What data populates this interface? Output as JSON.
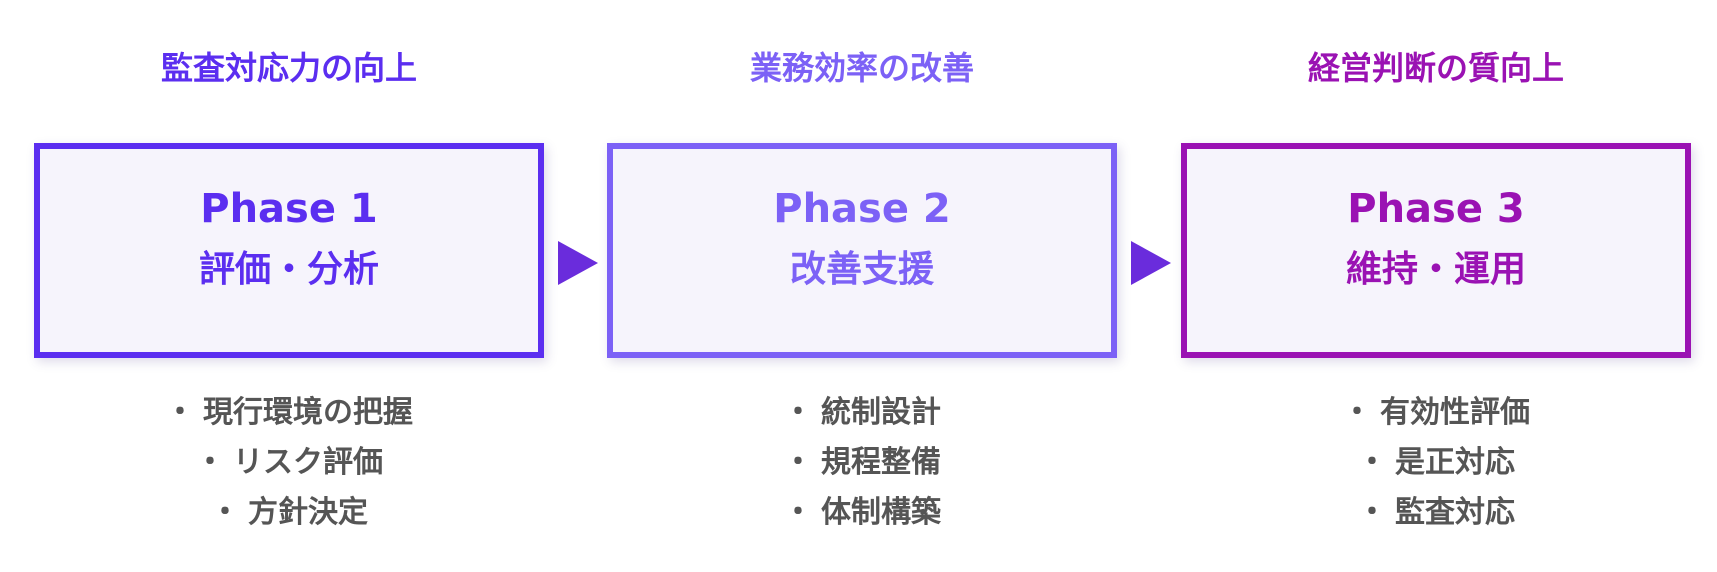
{
  "colors": {
    "phase1": "#5b2ef0",
    "phase2": "#7c61f6",
    "phase3": "#9a12b3",
    "arrow": "#6a2cdc",
    "item_text": "#555555"
  },
  "phases": [
    {
      "heading": "監査対応力の向上",
      "phase_label": "Phase 1",
      "subtitle": "評価・分析",
      "items": [
        "現行環境の把握",
        "リスク評価",
        "方針決定"
      ]
    },
    {
      "heading": "業務効率の改善",
      "phase_label": "Phase 2",
      "subtitle": "改善支援",
      "items": [
        "統制設計",
        "規程整備",
        "体制構築"
      ]
    },
    {
      "heading": "経営判断の質向上",
      "phase_label": "Phase 3",
      "subtitle": "維持・運用",
      "items": [
        "有効性評価",
        "是正対応",
        "監査対応"
      ]
    }
  ],
  "bullet": "・",
  "arrows": [
    {
      "icon": "triangle-right-icon"
    },
    {
      "icon": "triangle-right-icon"
    }
  ]
}
